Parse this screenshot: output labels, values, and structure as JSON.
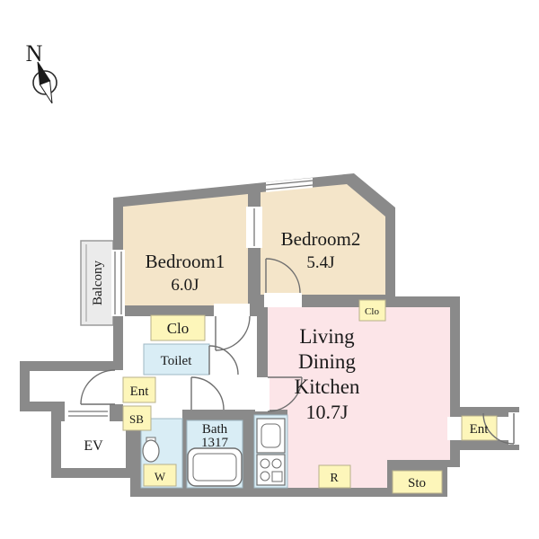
{
  "compass": {
    "north": "N"
  },
  "colors": {
    "wall": "#8a8a8a",
    "floor": "#ffffff",
    "bedroom": "#f4e5c9",
    "ldk": "#fce5e8",
    "water": "#d9edf5",
    "label": "#fdf6ba",
    "balcony": "#ebebeb"
  },
  "rooms": {
    "bedroom1": {
      "name": "Bedroom1",
      "size": "6.0J"
    },
    "bedroom2": {
      "name": "Bedroom2",
      "size": "5.4J"
    },
    "ldk": {
      "line1": "Living",
      "line2": "Dining",
      "line3": "Kitchen",
      "size": "10.7J"
    },
    "balcony": "Balcony",
    "toilet": "Toilet",
    "bath": {
      "name": "Bath",
      "size": "1317"
    },
    "ev": "EV"
  },
  "labels": {
    "clo_hall": "Clo",
    "clo_ldk": "Clo",
    "ent_left": "Ent",
    "ent_right": "Ent",
    "sb": "SB",
    "w": "W",
    "r": "R",
    "sto": "Sto"
  }
}
